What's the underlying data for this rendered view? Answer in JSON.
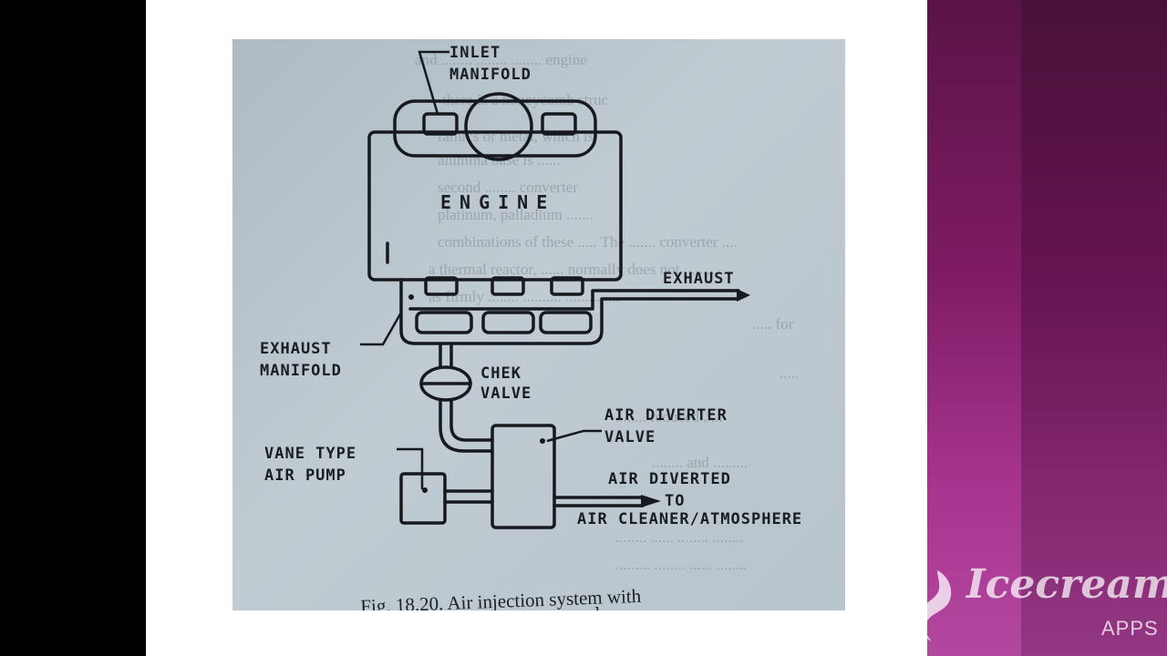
{
  "diagram": {
    "labels": {
      "inlet_line1": "INLET",
      "inlet_line2": "MANIFOLD",
      "engine": "ENGINE",
      "exhaust": "EXHAUST",
      "exhaust_manifold_line1": "EXHAUST",
      "exhaust_manifold_line2": "MANIFOLD",
      "check_line1": "CHEK",
      "check_line2": "VALVE",
      "diverter_line1": "AIR DIVERTER",
      "diverter_line2": "VALVE",
      "pump_line1": "VANE TYPE",
      "pump_line2": "AIR PUMP",
      "diverted_line1": "AIR DIVERTED",
      "diverted_line2": "TO",
      "diverted_line3": "AIR CLEANER/ATMOSPHERE"
    },
    "caption_line1": "Fig. 18.20. Air injection system with",
    "caption_line2": "...ter control"
  },
  "watermark": {
    "brand": "Icecream",
    "sub": "APPS"
  }
}
